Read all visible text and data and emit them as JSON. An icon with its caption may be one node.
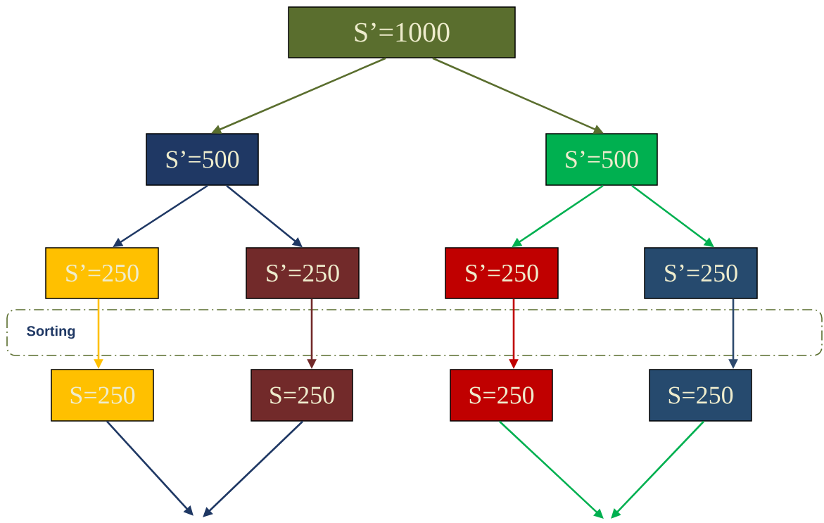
{
  "diagram": {
    "nodes": [
      {
        "text": [
          "S’=1000"
        ]
      },
      {
        "text": [
          "S’=500"
        ]
      },
      {
        "text": [
          "S’=500"
        ]
      },
      {
        "text": [
          "S’=250"
        ]
      },
      {
        "text": [
          "S’=250"
        ]
      },
      {
        "text": [
          "S’=250"
        ]
      },
      {
        "text": [
          "S’=250"
        ]
      },
      {
        "text": [
          "S=250"
        ]
      },
      {
        "text": [
          "S=250"
        ]
      },
      {
        "text": [
          "S=250"
        ]
      },
      {
        "text": [
          "S=250"
        ]
      }
    ],
    "edges": [
      {
        "from": 0,
        "to": 1,
        "arrow": "to",
        "color": "#5a6e2e"
      },
      {
        "from": 0,
        "to": 2,
        "arrow": "to",
        "color": "#5a6e2e"
      },
      {
        "from": 1,
        "to": 3,
        "arrow": "to",
        "color": "#1f3864"
      },
      {
        "from": 1,
        "to": 4,
        "arrow": "to",
        "color": "#1f3864"
      },
      {
        "from": 2,
        "to": 5,
        "arrow": "to",
        "color": "#00b050"
      },
      {
        "from": 2,
        "to": 6,
        "arrow": "to",
        "color": "#00b050"
      },
      {
        "from": 3,
        "to": 7,
        "arrow": "to",
        "color": "#ffc000"
      },
      {
        "from": 4,
        "to": 8,
        "arrow": "to",
        "color": "#722a2a"
      },
      {
        "from": 5,
        "to": 9,
        "arrow": "to",
        "color": "#c00000"
      },
      {
        "from": 6,
        "to": 10,
        "arrow": "to",
        "color": "#2e4a6e"
      },
      {
        "from": 7,
        "to": null,
        "arrow": "to",
        "color": "#1f3864"
      },
      {
        "from": 8,
        "to": null,
        "arrow": "to",
        "color": "#1f3864"
      },
      {
        "from": 9,
        "to": null,
        "arrow": "to",
        "color": "#00b050"
      },
      {
        "from": 10,
        "to": null,
        "arrow": "to",
        "color": "#00b050"
      }
    ],
    "labels": [
      "Sorting"
    ]
  }
}
